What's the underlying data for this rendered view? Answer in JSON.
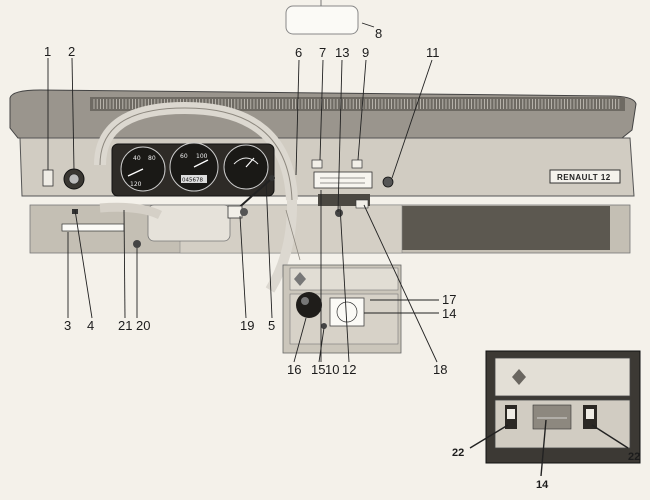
{
  "brand_badge": "RENAULT 12",
  "gauge_readout": "045678",
  "callouts": {
    "c1": "1",
    "c2": "2",
    "c3": "3",
    "c4": "4",
    "c5": "5",
    "c6": "6",
    "c7": "7",
    "c8": "8",
    "c9": "9",
    "c10": "10",
    "c11": "11",
    "c12": "12",
    "c13": "13",
    "c14": "14",
    "c15": "15",
    "c16": "16",
    "c17": "17",
    "c18": "18",
    "c19": "19",
    "c20": "20",
    "c21": "21",
    "inset_14": "14",
    "inset_22_left": "22",
    "inset_22_right": "22"
  }
}
